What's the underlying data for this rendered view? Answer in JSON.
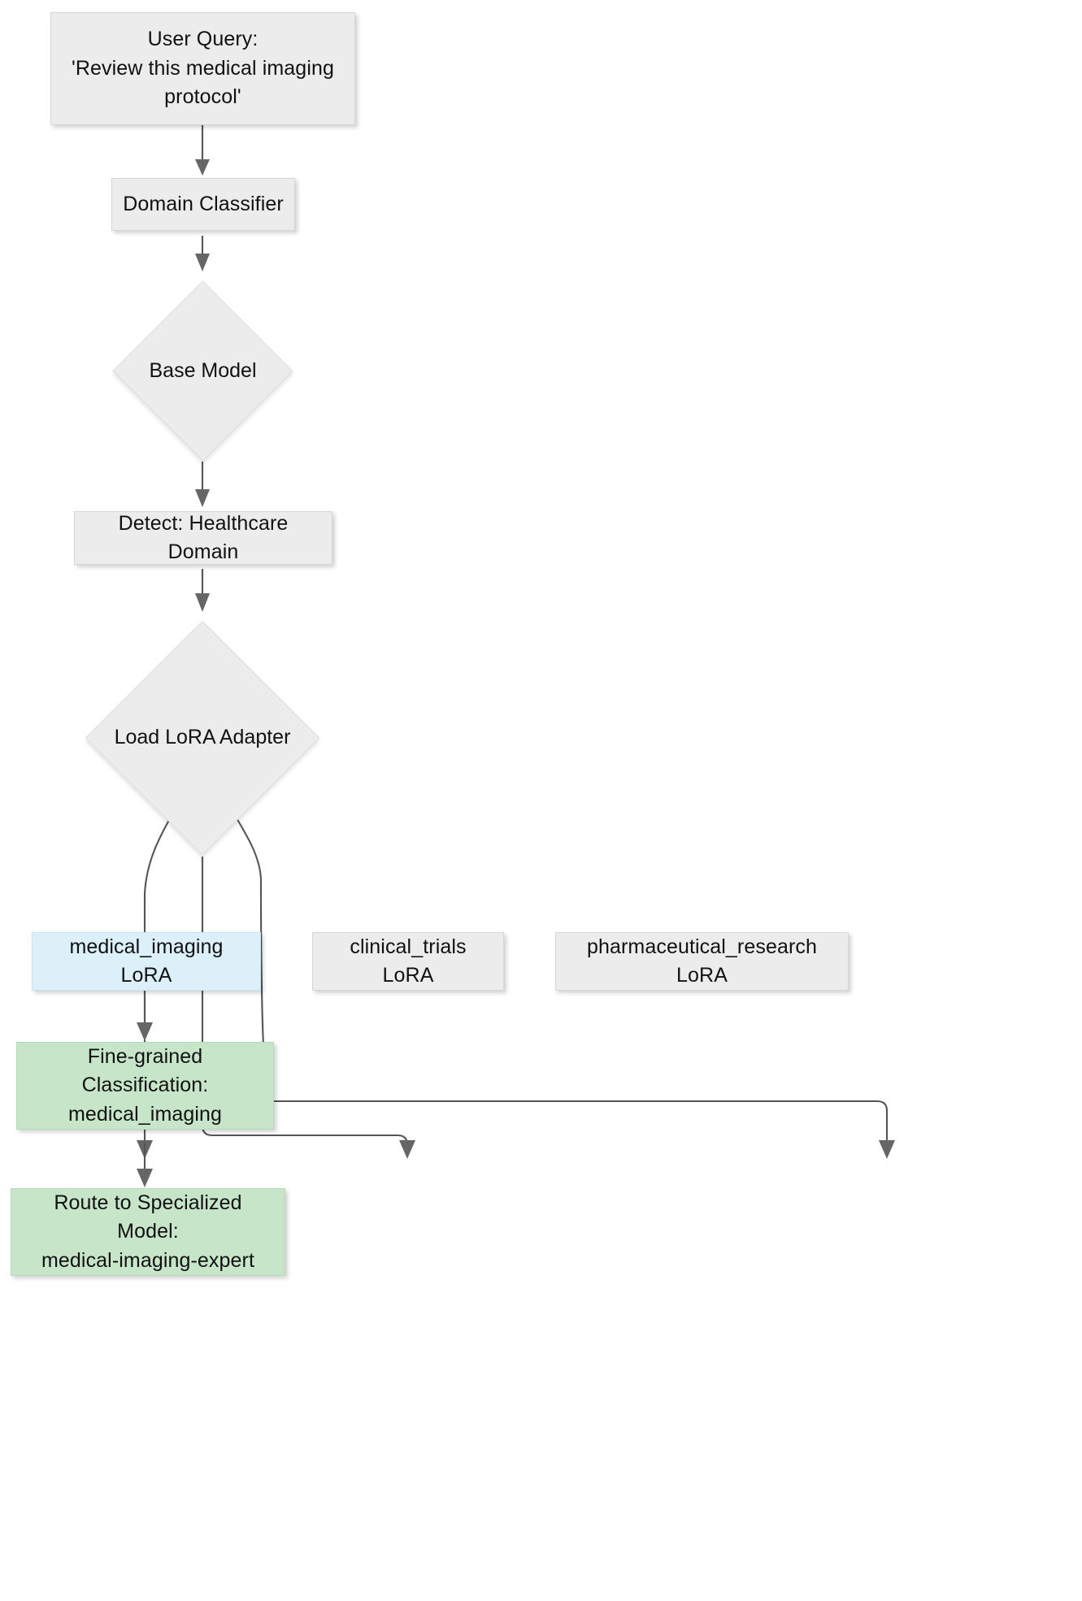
{
  "diagram": {
    "type": "flowchart",
    "direction": "top-down",
    "title": "",
    "colors": {
      "default_fill": "#ececec",
      "default_stroke": "#d6d6d6",
      "highlight_fill": "#dcf0fa",
      "highlight_stroke": "#c9e4f2",
      "success_fill": "#c7e6c9",
      "success_stroke": "#b5dbb8",
      "edge_stroke": "#555555",
      "arrowhead_fill": "#666666",
      "text": "#111111",
      "background": "#ffffff"
    },
    "nodes": [
      {
        "id": "user-query",
        "shape": "rect",
        "style": "default",
        "label": "User Query:\n'Review this medical imaging\nprotocol'"
      },
      {
        "id": "domain-classifier",
        "shape": "rect",
        "style": "default",
        "label": "Domain Classifier"
      },
      {
        "id": "base-model",
        "shape": "diamond",
        "style": "default",
        "label": "Base Model"
      },
      {
        "id": "detect-healthcare-domain",
        "shape": "rect",
        "style": "default",
        "label": "Detect: Healthcare Domain"
      },
      {
        "id": "load-lora-adapter",
        "shape": "diamond",
        "style": "default",
        "label": "Load LoRA Adapter"
      },
      {
        "id": "medical-imaging-lora",
        "shape": "rect",
        "style": "highlight",
        "label": "medical_imaging LoRA"
      },
      {
        "id": "clinical-trials-lora",
        "shape": "rect",
        "style": "default",
        "label": "clinical_trials LoRA"
      },
      {
        "id": "pharmaceutical-research-lora",
        "shape": "rect",
        "style": "default",
        "label": "pharmaceutical_research LoRA"
      },
      {
        "id": "fine-grained-classification",
        "shape": "rect",
        "style": "success",
        "label": "Fine-grained Classification:\nmedical_imaging"
      },
      {
        "id": "route-to-specialized-model",
        "shape": "rect",
        "style": "success",
        "label": "Route to Specialized Model:\nmedical-imaging-expert"
      }
    ],
    "edges": [
      {
        "from": "user-query",
        "to": "domain-classifier",
        "label": ""
      },
      {
        "from": "domain-classifier",
        "to": "base-model",
        "label": ""
      },
      {
        "from": "base-model",
        "to": "detect-healthcare-domain",
        "label": ""
      },
      {
        "from": "detect-healthcare-domain",
        "to": "load-lora-adapter",
        "label": ""
      },
      {
        "from": "load-lora-adapter",
        "to": "medical-imaging-lora",
        "label": ""
      },
      {
        "from": "load-lora-adapter",
        "to": "clinical-trials-lora",
        "label": ""
      },
      {
        "from": "load-lora-adapter",
        "to": "pharmaceutical-research-lora",
        "label": ""
      },
      {
        "from": "medical-imaging-lora",
        "to": "fine-grained-classification",
        "label": ""
      },
      {
        "from": "fine-grained-classification",
        "to": "route-to-specialized-model",
        "label": ""
      }
    ]
  }
}
